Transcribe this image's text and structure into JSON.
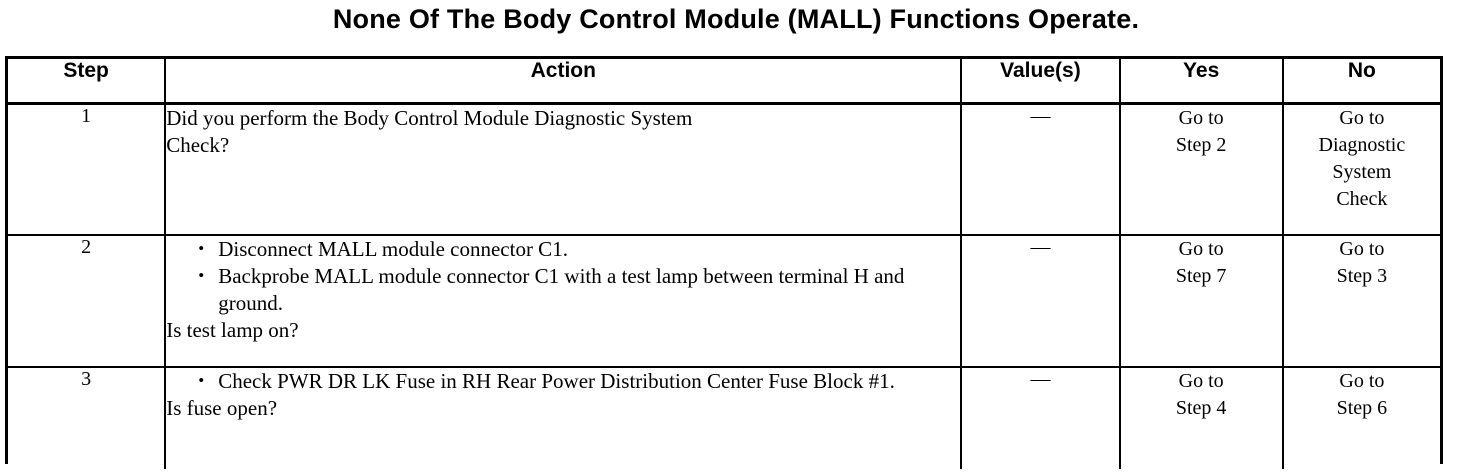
{
  "document": {
    "title": "None Of The Body Control Module (MALL) Functions Operate."
  },
  "table": {
    "headers": {
      "step": "Step",
      "action": "Action",
      "values": "Value(s)",
      "yes": "Yes",
      "no": "No"
    },
    "rows": [
      {
        "step": "1",
        "action": {
          "lead_lines": [
            "Did you perform the Body Control Module Diagnostic System",
            "Check?"
          ],
          "bullets": [],
          "tail_lines": []
        },
        "value": "—",
        "yes_lines": [
          "Go to",
          "Step 2"
        ],
        "no_lines": [
          "Go to",
          "Diagnostic",
          "System",
          "Check"
        ]
      },
      {
        "step": "2",
        "action": {
          "lead_lines": [],
          "bullets": [
            "Disconnect MALL module connector C1.",
            "Backprobe MALL module connector C1 with a test lamp between terminal H and ground."
          ],
          "tail_lines": [
            "Is test lamp on?"
          ]
        },
        "value": "—",
        "yes_lines": [
          "Go to",
          "Step 7"
        ],
        "no_lines": [
          "Go to",
          "Step 3"
        ]
      },
      {
        "step": "3",
        "action": {
          "lead_lines": [],
          "bullets": [
            "Check PWR DR LK Fuse in RH Rear Power Distribution Center Fuse Block #1."
          ],
          "tail_lines": [
            "Is fuse open?"
          ]
        },
        "value": "—",
        "yes_lines": [
          "Go to",
          "Step 4"
        ],
        "no_lines": [
          "Go to",
          "Step 6"
        ]
      }
    ]
  },
  "colors": {
    "ink": "#000000",
    "paper": "#ffffff"
  }
}
